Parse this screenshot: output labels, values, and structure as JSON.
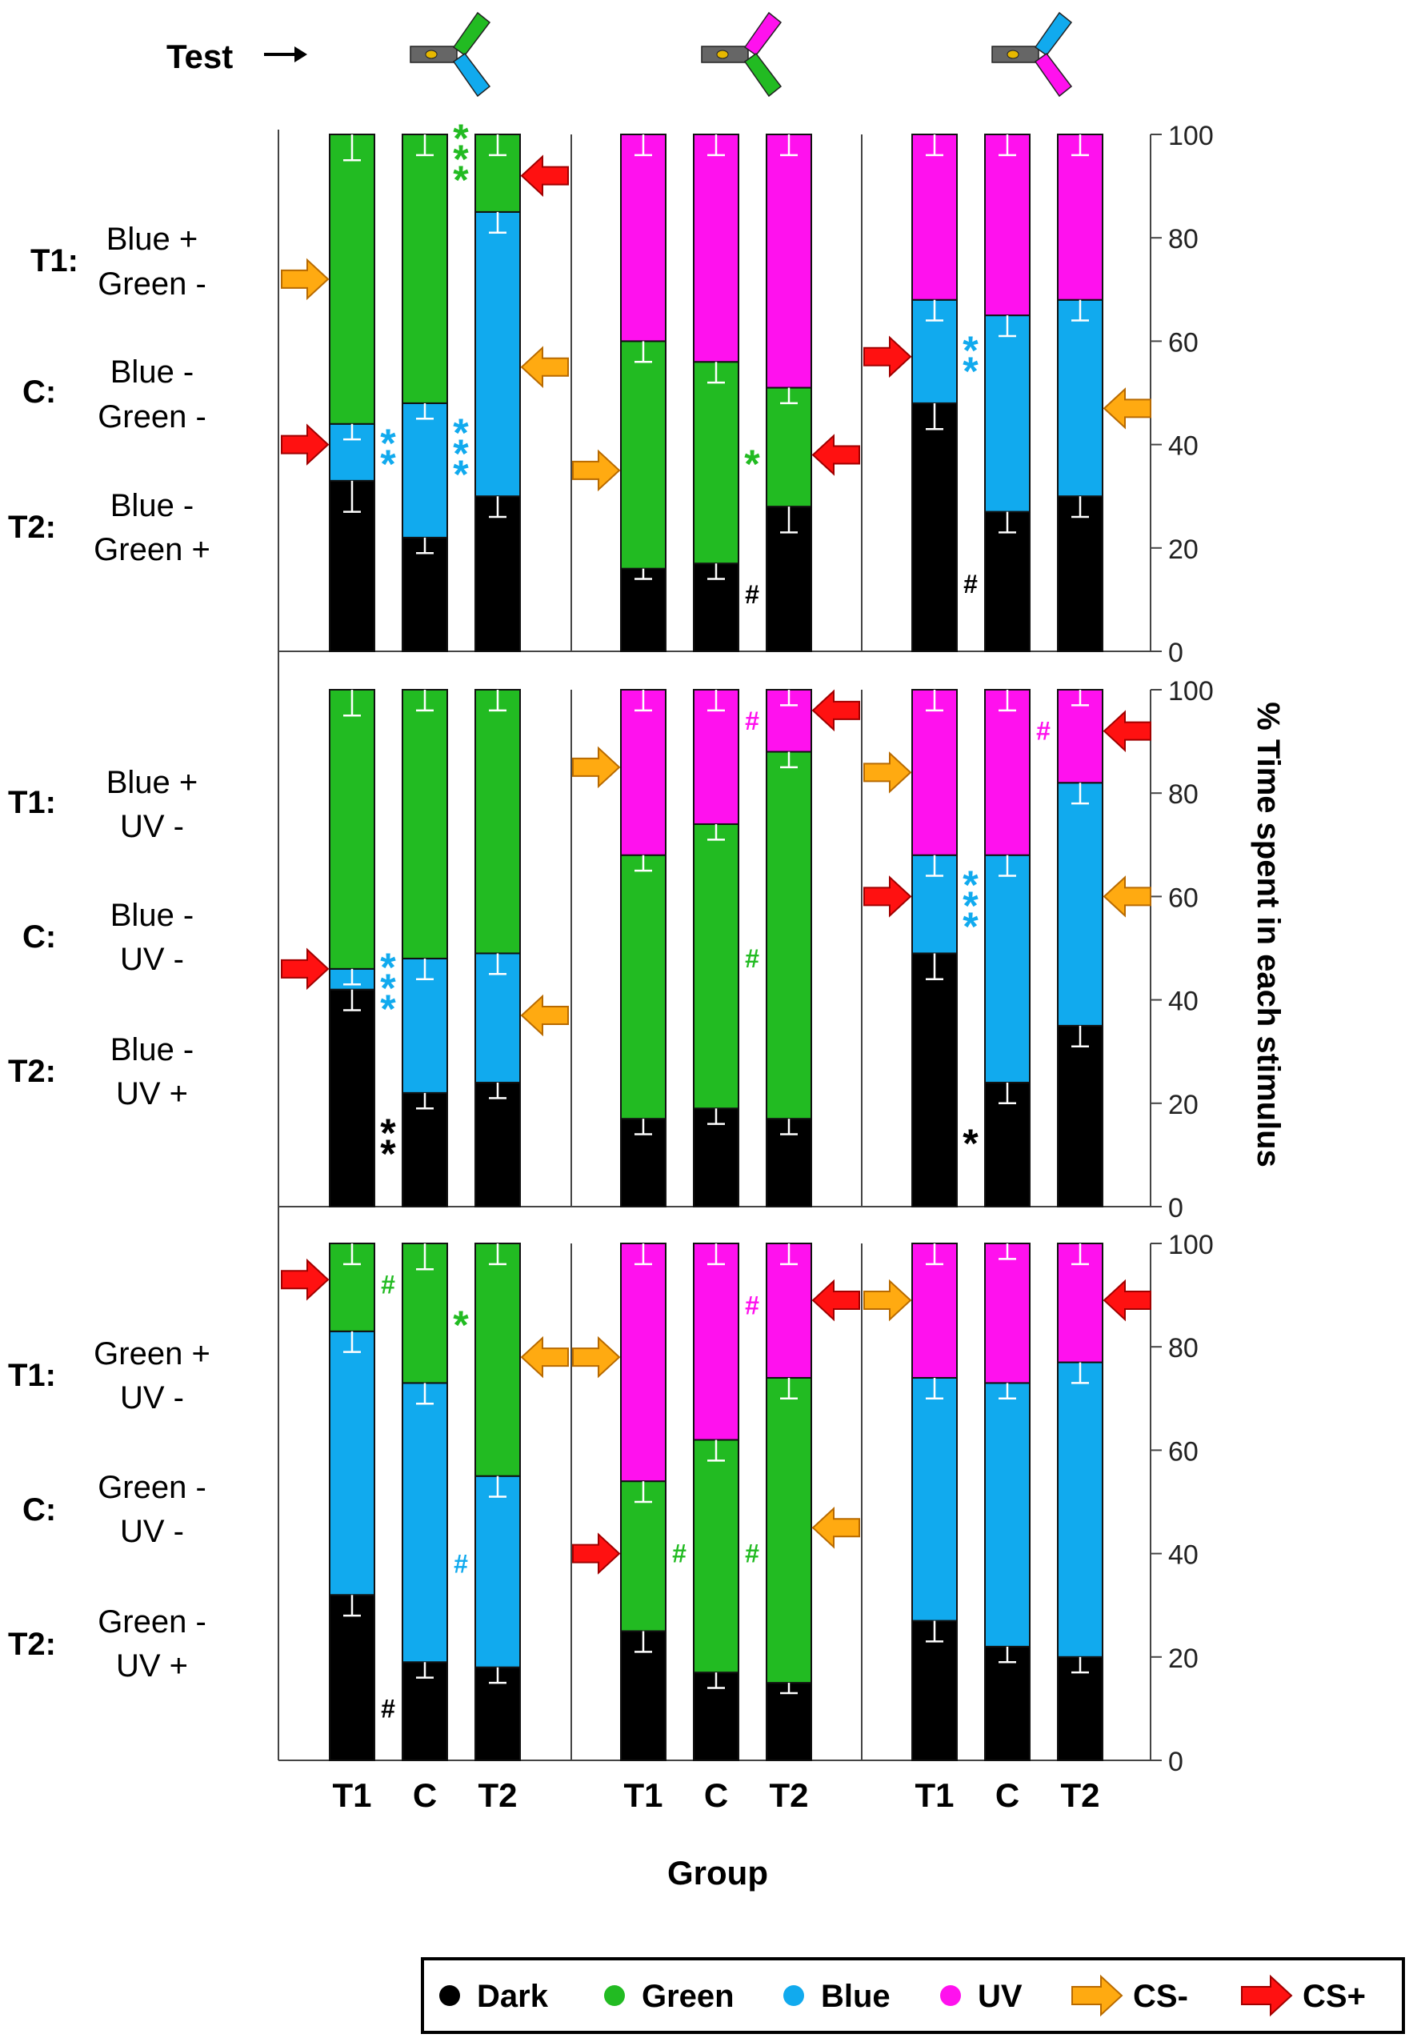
{
  "test_label": "Test",
  "panels": [
    {
      "label": "T1:",
      "c_label": "C:",
      "t2_label": "T2:",
      "t1_line1": "Blue +",
      "t1_line2": "Green -",
      "c_line1": "Blue -",
      "c_line2": "Green -",
      "t2_line1": "Blue -",
      "t2_line2": "Green +"
    },
    {
      "label": "T1:",
      "c_label": "C:",
      "t2_label": "T2:",
      "t1_line1": "Blue +",
      "t1_line2": "UV -",
      "c_line1": "Blue -",
      "c_line2": "UV -",
      "t2_line1": "Blue -",
      "t2_line2": "UV +"
    },
    {
      "label": "T1:",
      "c_label": "C:",
      "t2_label": "T2:",
      "t1_line1": "Green +",
      "t1_line2": "UV -",
      "c_line1": "Green -",
      "c_line2": "UV -",
      "t2_line1": "Green -",
      "t2_line2": "UV +"
    }
  ],
  "chart_data": {
    "type": "bar",
    "stacked": true,
    "xlabel": "Group",
    "ylabel": "% Time spent in each stimulus",
    "ylim": [
      0,
      100
    ],
    "yticks": [
      0,
      20,
      40,
      60,
      80,
      100
    ],
    "categories": [
      "T1",
      "C",
      "T2"
    ],
    "colors": {
      "Dark": "#000000",
      "Green": "#22bb22",
      "Blue": "#11aaee",
      "UV": "#ff11ee",
      "CS-": "#ffaa11",
      "CS+": "#ff1111"
    },
    "legend": [
      {
        "name": "Dark",
        "type": "dot",
        "color": "#000000"
      },
      {
        "name": "Green",
        "type": "dot",
        "color": "#22bb22"
      },
      {
        "name": "Blue",
        "type": "dot",
        "color": "#11aaee"
      },
      {
        "name": "UV",
        "type": "dot",
        "color": "#ff11ee"
      },
      {
        "name": "CS-",
        "type": "arrow",
        "color": "#ffaa11"
      },
      {
        "name": "CS+",
        "type": "arrow",
        "color": "#ff1111"
      }
    ],
    "test_icons": [
      {
        "upper": "Green",
        "lower": "Blue"
      },
      {
        "upper": "UV",
        "lower": "Green"
      },
      {
        "upper": "Blue",
        "lower": "UV"
      }
    ],
    "rows": [
      {
        "tests": [
          {
            "order": [
              "Dark",
              "Blue",
              "Green"
            ],
            "bars": [
              {
                "Dark": 33,
                "Blue": 11,
                "Green": 56,
                "err": [
                  6,
                  3,
                  5
                ]
              },
              {
                "Dark": 22,
                "Blue": 26,
                "Green": 52,
                "err": [
                  3,
                  3,
                  4
                ]
              },
              {
                "Dark": 30,
                "Blue": 55,
                "Green": 15,
                "err": [
                  4,
                  4,
                  4
                ]
              }
            ],
            "arrows": [
              {
                "type": "CS-",
                "bar": 0,
                "side": "left",
                "y": 72
              },
              {
                "type": "CS+",
                "bar": 0,
                "side": "left",
                "y": 40
              },
              {
                "type": "CS+",
                "bar": 2,
                "side": "right",
                "y": 92
              },
              {
                "type": "CS-",
                "bar": 2,
                "side": "right",
                "y": 55
              }
            ],
            "marks": [
              {
                "text": "**",
                "color": "Blue",
                "bar": 0,
                "y": 39
              },
              {
                "text": "***",
                "color": "Blue",
                "bar": 1,
                "y": 39
              },
              {
                "text": "***",
                "color": "Green",
                "bar": 1,
                "y": 96
              }
            ]
          },
          {
            "order": [
              "Dark",
              "Green",
              "UV"
            ],
            "bars": [
              {
                "Dark": 16,
                "Green": 44,
                "UV": 40,
                "err": [
                  2,
                  4,
                  4
                ]
              },
              {
                "Dark": 17,
                "Green": 39,
                "UV": 44,
                "err": [
                  3,
                  4,
                  4
                ]
              },
              {
                "Dark": 28,
                "Green": 23,
                "UV": 49,
                "err": [
                  5,
                  3,
                  4
                ]
              }
            ],
            "arrows": [
              {
                "type": "CS-",
                "bar": 0,
                "side": "left",
                "y": 35
              },
              {
                "type": "CS+",
                "bar": 2,
                "side": "right",
                "y": 38
              }
            ],
            "marks": [
              {
                "text": "#",
                "color": "Dark",
                "bar": 1,
                "y": 11
              },
              {
                "text": "*",
                "color": "Green",
                "bar": 1,
                "y": 37
              }
            ]
          },
          {
            "order": [
              "Dark",
              "Blue",
              "UV"
            ],
            "bars": [
              {
                "Dark": 48,
                "Blue": 20,
                "UV": 32,
                "err": [
                  5,
                  4,
                  4
                ]
              },
              {
                "Dark": 27,
                "Blue": 38,
                "UV": 35,
                "err": [
                  4,
                  4,
                  4
                ]
              },
              {
                "Dark": 30,
                "Blue": 38,
                "UV": 32,
                "err": [
                  4,
                  4,
                  4
                ]
              }
            ],
            "arrows": [
              {
                "type": "CS+",
                "bar": 0,
                "side": "left",
                "y": 57
              },
              {
                "type": "CS-",
                "bar": 2,
                "side": "right",
                "y": 47
              }
            ],
            "marks": [
              {
                "text": "#",
                "color": "Dark",
                "bar": 0,
                "y": 13
              },
              {
                "text": "**",
                "color": "Blue",
                "bar": 0,
                "y": 57
              }
            ]
          }
        ]
      },
      {
        "tests": [
          {
            "order": [
              "Dark",
              "Blue",
              "Green"
            ],
            "bars": [
              {
                "Dark": 42,
                "Blue": 4,
                "Green": 54,
                "err": [
                  4,
                  3,
                  5
                ]
              },
              {
                "Dark": 22,
                "Blue": 26,
                "Green": 52,
                "err": [
                  3,
                  4,
                  4
                ]
              },
              {
                "Dark": 24,
                "Blue": 25,
                "Green": 51,
                "err": [
                  3,
                  4,
                  4
                ]
              }
            ],
            "arrows": [
              {
                "type": "CS+",
                "bar": 0,
                "side": "left",
                "y": 46
              },
              {
                "type": "CS-",
                "bar": 2,
                "side": "right",
                "y": 37
              }
            ],
            "marks": [
              {
                "text": "***",
                "color": "Blue",
                "bar": 0,
                "y": 43
              },
              {
                "text": "**",
                "color": "Dark",
                "bar": 0,
                "y": 13
              }
            ]
          },
          {
            "order": [
              "Dark",
              "Green",
              "UV"
            ],
            "bars": [
              {
                "Dark": 17,
                "Green": 51,
                "UV": 32,
                "err": [
                  3,
                  3,
                  4
                ]
              },
              {
                "Dark": 19,
                "Green": 55,
                "UV": 26,
                "err": [
                  3,
                  3,
                  4
                ]
              },
              {
                "Dark": 17,
                "Green": 71,
                "UV": 12,
                "err": [
                  3,
                  3,
                  3
                ]
              }
            ],
            "arrows": [
              {
                "type": "CS-",
                "bar": 0,
                "side": "left",
                "y": 85
              },
              {
                "type": "CS+",
                "bar": 2,
                "side": "right",
                "y": 96
              }
            ],
            "marks": [
              {
                "text": "#",
                "color": "UV",
                "bar": 1,
                "y": 94
              },
              {
                "text": "#",
                "color": "Green",
                "bar": 1,
                "y": 48
              }
            ]
          },
          {
            "order": [
              "Dark",
              "Blue",
              "UV"
            ],
            "bars": [
              {
                "Dark": 49,
                "Blue": 19,
                "UV": 32,
                "err": [
                  5,
                  4,
                  4
                ]
              },
              {
                "Dark": 24,
                "Blue": 44,
                "UV": 32,
                "err": [
                  4,
                  4,
                  4
                ]
              },
              {
                "Dark": 35,
                "Blue": 47,
                "UV": 18,
                "err": [
                  4,
                  4,
                  3
                ]
              }
            ],
            "arrows": [
              {
                "type": "CS-",
                "bar": 0,
                "side": "left",
                "y": 84
              },
              {
                "type": "CS+",
                "bar": 0,
                "side": "left",
                "y": 60
              },
              {
                "type": "CS+",
                "bar": 2,
                "side": "right",
                "y": 92
              },
              {
                "type": "CS-",
                "bar": 2,
                "side": "right",
                "y": 60
              }
            ],
            "marks": [
              {
                "text": "***",
                "color": "Blue",
                "bar": 0,
                "y": 59
              },
              {
                "text": "#",
                "color": "UV",
                "bar": 1,
                "y": 92
              },
              {
                "text": "*",
                "color": "Dark",
                "bar": 0,
                "y": 13
              }
            ]
          }
        ]
      },
      {
        "tests": [
          {
            "order": [
              "Dark",
              "Blue",
              "Green"
            ],
            "bars": [
              {
                "Dark": 32,
                "Blue": 51,
                "Green": 17,
                "err": [
                  4,
                  4,
                  4
                ]
              },
              {
                "Dark": 19,
                "Blue": 54,
                "Green": 27,
                "err": [
                  3,
                  4,
                  5
                ]
              },
              {
                "Dark": 18,
                "Blue": 37,
                "Green": 45,
                "err": [
                  3,
                  4,
                  4
                ]
              }
            ],
            "arrows": [
              {
                "type": "CS+",
                "bar": 0,
                "side": "left",
                "y": 93
              },
              {
                "type": "CS-",
                "bar": 2,
                "side": "right",
                "y": 78
              }
            ],
            "marks": [
              {
                "text": "#",
                "color": "Green",
                "bar": 0,
                "y": 92
              },
              {
                "text": "#",
                "color": "Dark",
                "bar": 0,
                "y": 10
              },
              {
                "text": "*",
                "color": "Green",
                "bar": 1,
                "y": 85
              },
              {
                "text": "#",
                "color": "Blue",
                "bar": 1,
                "y": 38
              }
            ]
          },
          {
            "order": [
              "Dark",
              "Green",
              "UV"
            ],
            "bars": [
              {
                "Dark": 25,
                "Green": 29,
                "UV": 46,
                "err": [
                  4,
                  4,
                  4
                ]
              },
              {
                "Dark": 17,
                "Green": 45,
                "UV": 38,
                "err": [
                  3,
                  4,
                  4
                ]
              },
              {
                "Dark": 15,
                "Green": 59,
                "UV": 26,
                "err": [
                  2,
                  4,
                  4
                ]
              }
            ],
            "arrows": [
              {
                "type": "CS-",
                "bar": 0,
                "side": "left",
                "y": 78
              },
              {
                "type": "CS+",
                "bar": 0,
                "side": "left",
                "y": 40
              },
              {
                "type": "CS+",
                "bar": 2,
                "side": "right",
                "y": 89
              },
              {
                "type": "CS-",
                "bar": 2,
                "side": "right",
                "y": 45
              }
            ],
            "marks": [
              {
                "text": "#",
                "color": "Green",
                "bar": 0,
                "y": 40
              },
              {
                "text": "#",
                "color": "Green",
                "bar": 1,
                "y": 40
              },
              {
                "text": "#",
                "color": "UV",
                "bar": 1,
                "y": 88
              }
            ]
          },
          {
            "order": [
              "Dark",
              "Blue",
              "UV"
            ],
            "bars": [
              {
                "Dark": 27,
                "Blue": 47,
                "UV": 26,
                "err": [
                  4,
                  4,
                  4
                ]
              },
              {
                "Dark": 22,
                "Blue": 51,
                "UV": 27,
                "err": [
                  3,
                  3,
                  3
                ]
              },
              {
                "Dark": 20,
                "Blue": 57,
                "UV": 23,
                "err": [
                  3,
                  4,
                  4
                ]
              }
            ],
            "arrows": [
              {
                "type": "CS-",
                "bar": 0,
                "side": "left",
                "y": 89
              },
              {
                "type": "CS+",
                "bar": 2,
                "side": "right",
                "y": 89
              }
            ],
            "marks": []
          }
        ]
      }
    ]
  }
}
